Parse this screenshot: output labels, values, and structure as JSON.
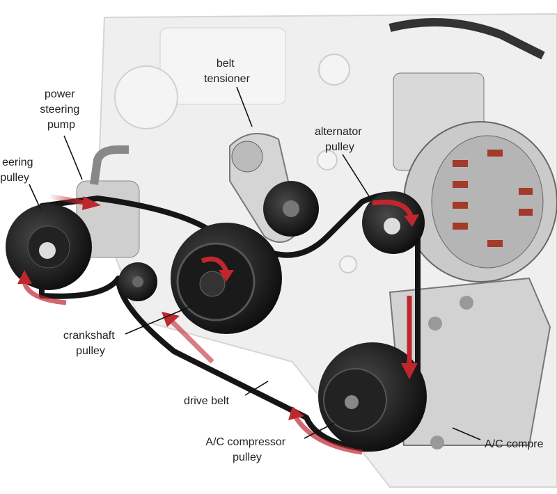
{
  "labels": {
    "power_steering_pump": [
      "power",
      "steering",
      "pump"
    ],
    "power_steering_pulley": [
      "eering",
      "pulley"
    ],
    "belt_tensioner": [
      "belt",
      "tensioner"
    ],
    "alternator_pulley": [
      "alternator",
      "pulley"
    ],
    "crankshaft_pulley": [
      "crankshaft",
      "pulley"
    ],
    "drive_belt": "drive belt",
    "ac_compressor_pulley": [
      "A/C compressor",
      "pulley"
    ],
    "ac_compressor": "A/C compre"
  },
  "colors": {
    "arrow": "#c0272d",
    "belt": "#151515",
    "engine": "#ececec"
  }
}
